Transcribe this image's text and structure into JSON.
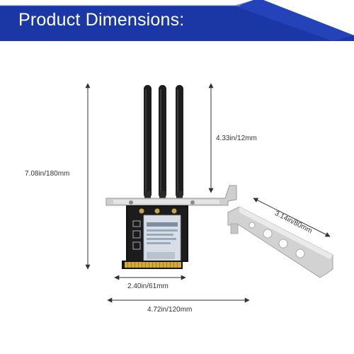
{
  "banner": {
    "title": "Product Dimensions:",
    "color": "#1a3aa8"
  },
  "dimensions": {
    "total_height": "7.08in/180mm",
    "antenna_height": "4.33in/12mm",
    "bracket_length": "3.14in/80mm",
    "card_width": "2.40in/61mm",
    "total_width": "4.72in/120mm"
  }
}
